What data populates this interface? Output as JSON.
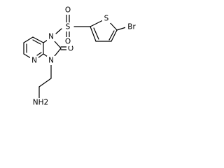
{
  "atoms": {
    "N1": "N",
    "N3": "N",
    "N4": "N",
    "O_carbonyl": "O",
    "S_sulfonyl": "S",
    "O_sulfonyl_top": "O",
    "O_sulfonyl_bottom": "O",
    "S_thiophene": "S",
    "Br": "Br",
    "NH2": "NH2"
  }
}
